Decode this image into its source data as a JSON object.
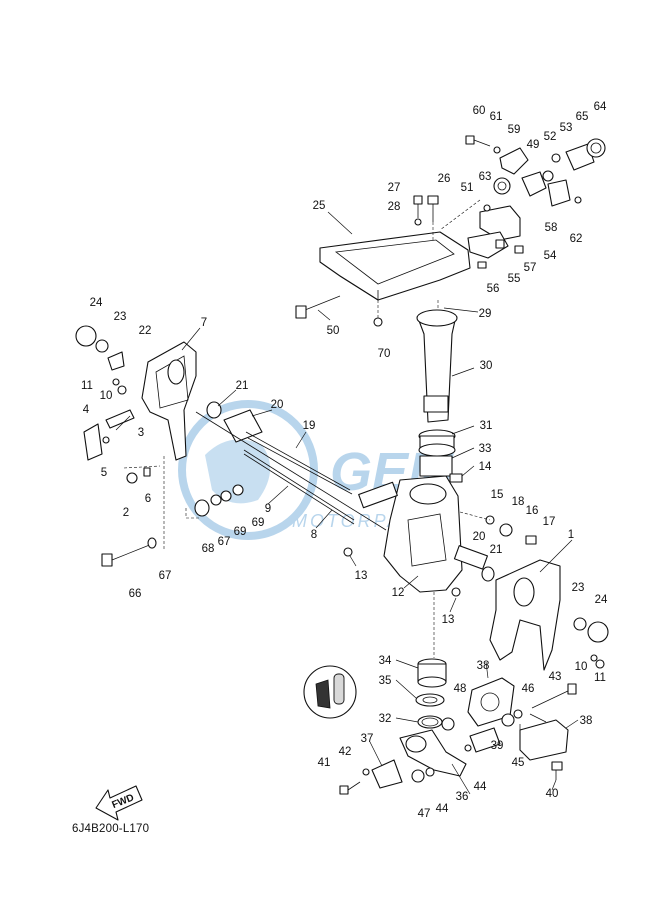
{
  "diagram_code": "6J4B200-L170",
  "fwd_label": "FWD",
  "watermark": {
    "primary": "GEM",
    "secondary": "MOTORPARTS",
    "color": "#7fb3dd"
  },
  "part_labels": [
    "1",
    "2",
    "3",
    "4",
    "5",
    "6",
    "7",
    "8",
    "9",
    "10",
    "10",
    "11",
    "11",
    "12",
    "13",
    "13",
    "14",
    "15",
    "16",
    "17",
    "18",
    "19",
    "20",
    "20",
    "21",
    "21",
    "22",
    "23",
    "23",
    "24",
    "24",
    "25",
    "26",
    "27",
    "28",
    "29",
    "30",
    "31",
    "32",
    "33",
    "34",
    "35",
    "36",
    "37",
    "38",
    "38",
    "39",
    "40",
    "41",
    "42",
    "43",
    "44",
    "44",
    "45",
    "46",
    "47",
    "48",
    "49",
    "51",
    "52",
    "53",
    "54",
    "55",
    "56",
    "57",
    "58",
    "59",
    "60",
    "61",
    "62",
    "63",
    "64",
    "65",
    "66",
    "67",
    "67",
    "68",
    "69",
    "69",
    "70",
    "50"
  ]
}
